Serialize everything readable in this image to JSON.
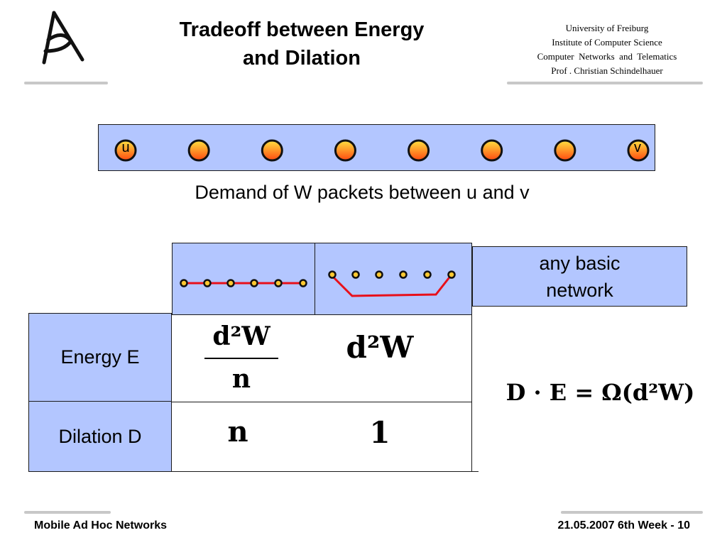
{
  "header": {
    "title_line1": "Tradeoff between Energy",
    "title_line2": "and Dilation",
    "institution": [
      "University of Freiburg",
      "Institute of Computer Science",
      "Computer  Networks  and  Telematics",
      "Prof . Christian Schindelhauer"
    ],
    "logo_icon": "freiburg-logo-icon"
  },
  "path_diagram": {
    "start_label": "u",
    "end_label": "v",
    "node_count": 8,
    "node_fill_top": "#ffe040",
    "node_fill_bottom": "#ff4a10"
  },
  "caption": "Demand of W packets between u and v",
  "table": {
    "any_basic_network": [
      "any basic",
      "network"
    ],
    "row_energy_label": "Energy E",
    "row_dilation_label": "Dilation D",
    "energy_col1_numerator": "d²W",
    "energy_col1_denominator": "n",
    "energy_col2": "d²W",
    "dilation_col1": "n",
    "dilation_col2": "1",
    "formula": "D · E = Ω(d²W)"
  },
  "colors": {
    "box_fill": "#b3c6ff",
    "edge_red": "#e8101a",
    "rule_gray": "#c8c8c8"
  },
  "footer": {
    "left": "Mobile Ad Hoc Networks",
    "right": "21.05.2007 6th Week - 10"
  }
}
